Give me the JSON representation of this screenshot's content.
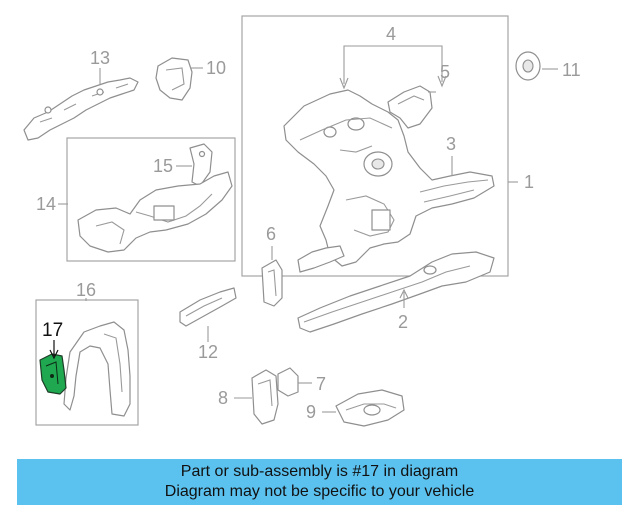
{
  "diagram": {
    "labels": {
      "p1": "1",
      "p2": "2",
      "p3": "3",
      "p4": "4",
      "p5": "5",
      "p6": "6",
      "p7": "7",
      "p8": "8",
      "p9": "9",
      "p10": "10",
      "p11": "11",
      "p12": "12",
      "p13": "13",
      "p14": "14",
      "p15": "15",
      "p16": "16",
      "p17": "17"
    },
    "highlighted_part": "17",
    "colors": {
      "highlight": "#1fa84f",
      "banner": "#5bc2f0",
      "linework": "#9a9a9a"
    }
  },
  "banner": {
    "line1": "Part or sub-assembly is #17 in diagram",
    "line2": "Diagram may not be specific to your vehicle"
  }
}
